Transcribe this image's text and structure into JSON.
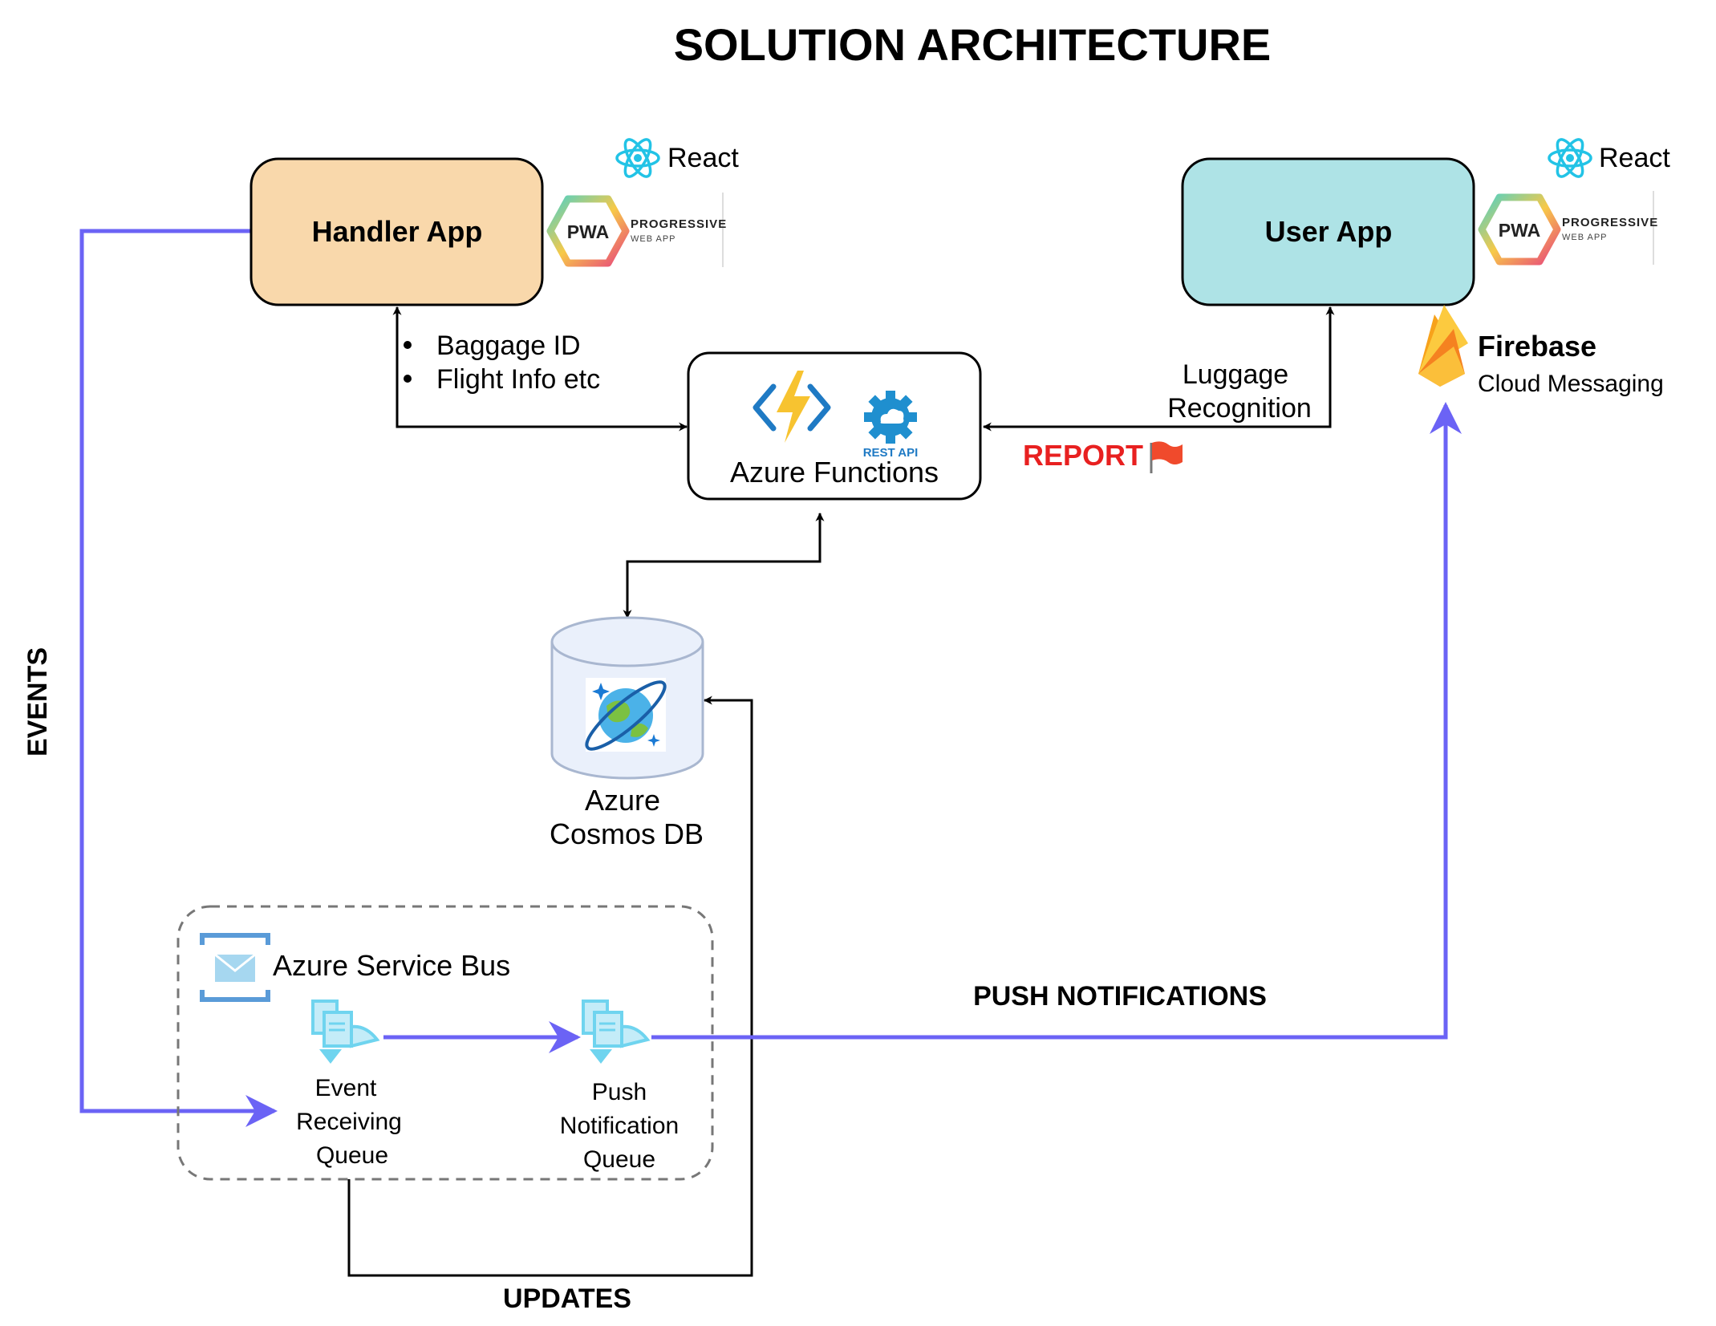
{
  "title": "SOLUTION ARCHITECTURE",
  "handler_app": {
    "label": "Handler App",
    "react_label": "React",
    "pwa_badge": "PWA",
    "pwa_line1": "PROGRESSIVE",
    "pwa_line2": "WEB APP"
  },
  "user_app": {
    "label": "User App",
    "react_label": "React",
    "pwa_badge": "PWA",
    "pwa_line1": "PROGRESSIVE",
    "pwa_line2": "WEB APP"
  },
  "handler_data": {
    "items": [
      "Baggage ID",
      "Flight Info etc"
    ]
  },
  "azure_functions": {
    "label": "Azure Functions",
    "rest_api_label": "REST API"
  },
  "luggage": {
    "line1": "Luggage",
    "line2": "Recognition"
  },
  "report": {
    "label": "REPORT"
  },
  "firebase": {
    "title": "Firebase",
    "subtitle": "Cloud Messaging"
  },
  "cosmos": {
    "line1": "Azure",
    "line2": "Cosmos DB"
  },
  "service_bus": {
    "title": "Azure Service Bus",
    "event_queue": [
      "Event",
      "Receiving",
      "Queue"
    ],
    "push_queue": [
      "Push",
      "Notification",
      "Queue"
    ]
  },
  "labels": {
    "events": "EVENTS",
    "push_notifications": "PUSH NOTIFICATIONS",
    "updates": "UPDATES"
  },
  "colors": {
    "handler_fill": "#f9d8ab",
    "user_fill": "#aee3e6",
    "flow_blue": "#6b63f5",
    "report_red": "#e82020",
    "react_blue": "#22c3e6",
    "azure_blue": "#1f7ac4",
    "queue_cyan": "#6fd4ef",
    "firebase_orange": "#f7a21b"
  }
}
